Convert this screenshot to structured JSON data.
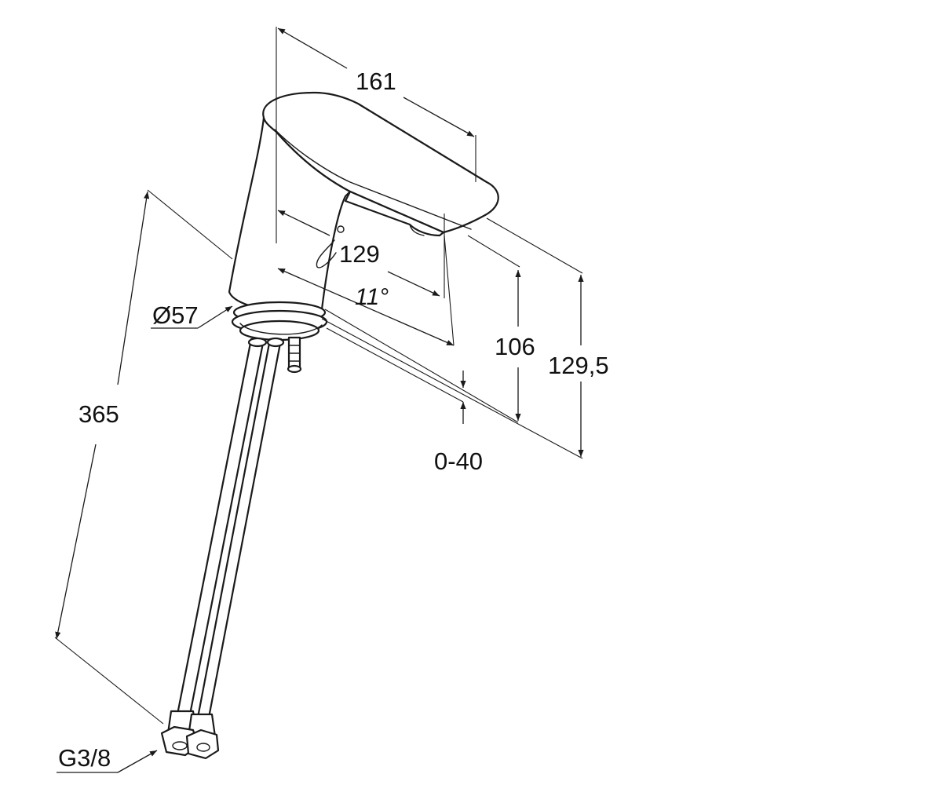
{
  "dimensions": {
    "spout_reach": "161",
    "spout_length": "129",
    "spout_angle": "11°",
    "spout_height": "106",
    "total_height": "129,5",
    "deck_thickness": "0-40",
    "body_diameter": "Ø57",
    "hose_length": "365",
    "connection_thread": "G3/8"
  }
}
